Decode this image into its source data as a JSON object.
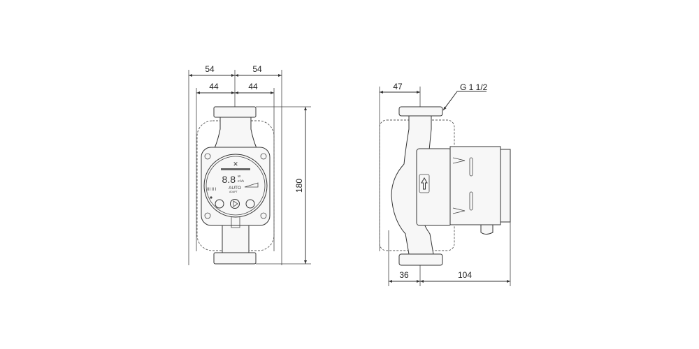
{
  "front_view": {
    "dimensions": {
      "left_outer": "54",
      "right_outer": "54",
      "left_inner": "44",
      "right_inner": "44",
      "height": "180"
    },
    "control_panel": {
      "display_value": "8.8",
      "unit_power": "W",
      "unit_flow": "m³/h",
      "mode_auto": "AUTO",
      "mode_adapt": "ADAPT",
      "speed_levels": "III  II  I"
    }
  },
  "side_view": {
    "dimensions": {
      "top_offset": "47",
      "thread": "G 1 1/2",
      "bottom_left": "36",
      "bottom_right": "104"
    }
  }
}
